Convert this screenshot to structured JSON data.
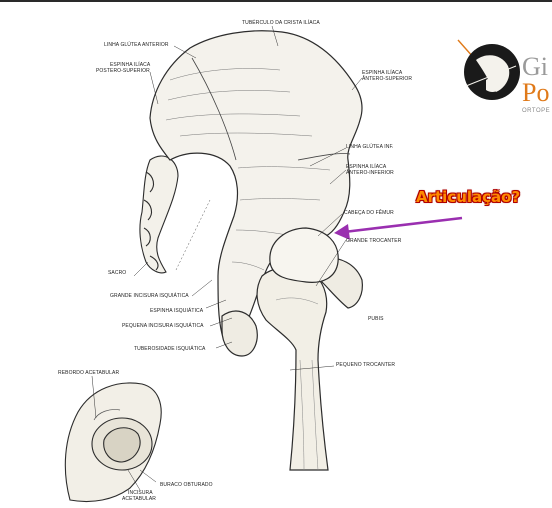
{
  "labels": {
    "tuberculo_crista": "TUBÉRCULO DA CRISTA ILÍACA",
    "linha_glutea_anterior": "LINHA GLÚTEA ANTERIOR",
    "espinha_posterosup_1": "ESPINHA ILÍACA",
    "espinha_posterosup_2": "POSTERO-SUPERIOR",
    "espinha_anterosup_1": "ESPINHA ILÍACA",
    "espinha_anterosup_2": "ÂNTERO-SUPERIOR",
    "linha_glutea_inf": "LINHA GLÚTEA INF.",
    "espinha_anteroinf_1": "ESPINHA ILÍACA",
    "espinha_anteroinf_2": "ÂNTERO-INFERIOR",
    "cabeca_femur": "CABEÇA DO FÊMUR",
    "grande_trocanter": "GRANDE TROCANTER",
    "sacro": "SACRO",
    "grande_incisura": "GRANDE INCISURA ISQUIÁTICA",
    "espinha_isquiatica": "ESPINHA ISQUIÁTICA",
    "pequena_incisura": "PEQUENA INCISURA ISQUIÁTICA",
    "tuberosidade": "TUBEROSIDADE ISQUIÁTICA",
    "pubis": "PUBIS",
    "pequeno_trocanter": "PEQUENO TROCANTER",
    "rebordo": "REBORDO ACETABULAR",
    "buraco_obturado": "BURACO OBTURADO",
    "incisura_acet_1": "INCISURA",
    "incisura_acet_2": "ACETABULAR"
  },
  "callout": "Articulação?",
  "logo": {
    "line1": "Gi",
    "line2": "Po",
    "line3": "ORTOPE"
  },
  "colors": {
    "callout_fill": "#ff8a00",
    "callout_outline": "#b00000",
    "arrow": "#9a2fb0",
    "logo_orange": "#e07a1a"
  }
}
